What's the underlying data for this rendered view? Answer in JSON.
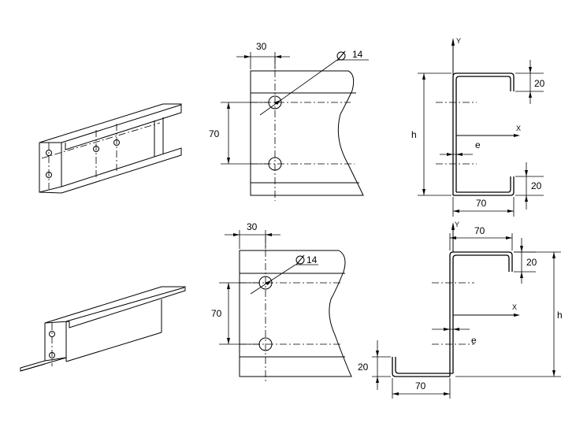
{
  "top_row": {
    "plate_dims": {
      "pitch_x": "30",
      "pitch_y": "70",
      "hole": "14"
    },
    "section_dims": {
      "lip_top": "20",
      "lip_bottom": "20",
      "flange": "70",
      "height": "h",
      "eccentricity": "e",
      "axis_y": "Y",
      "axis_x": "X"
    }
  },
  "bottom_row": {
    "plate_dims": {
      "pitch_x": "30",
      "pitch_y": "70",
      "hole": "14"
    },
    "section_dims": {
      "flange_top": "70",
      "lip_top": "20",
      "lip_bottom": "20",
      "flange_bottom": "70",
      "height": "h",
      "eccentricity": "e",
      "axis_y": "Y",
      "axis_x": "X"
    }
  },
  "symbols": {
    "diameter": "Ø"
  }
}
